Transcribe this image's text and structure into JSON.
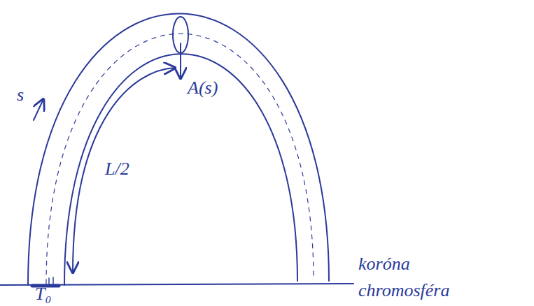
{
  "diagram": {
    "labels": [
      "s",
      "A(s)",
      "L/2",
      "T₀",
      "koróna",
      "chromosféra"
    ]
  }
}
